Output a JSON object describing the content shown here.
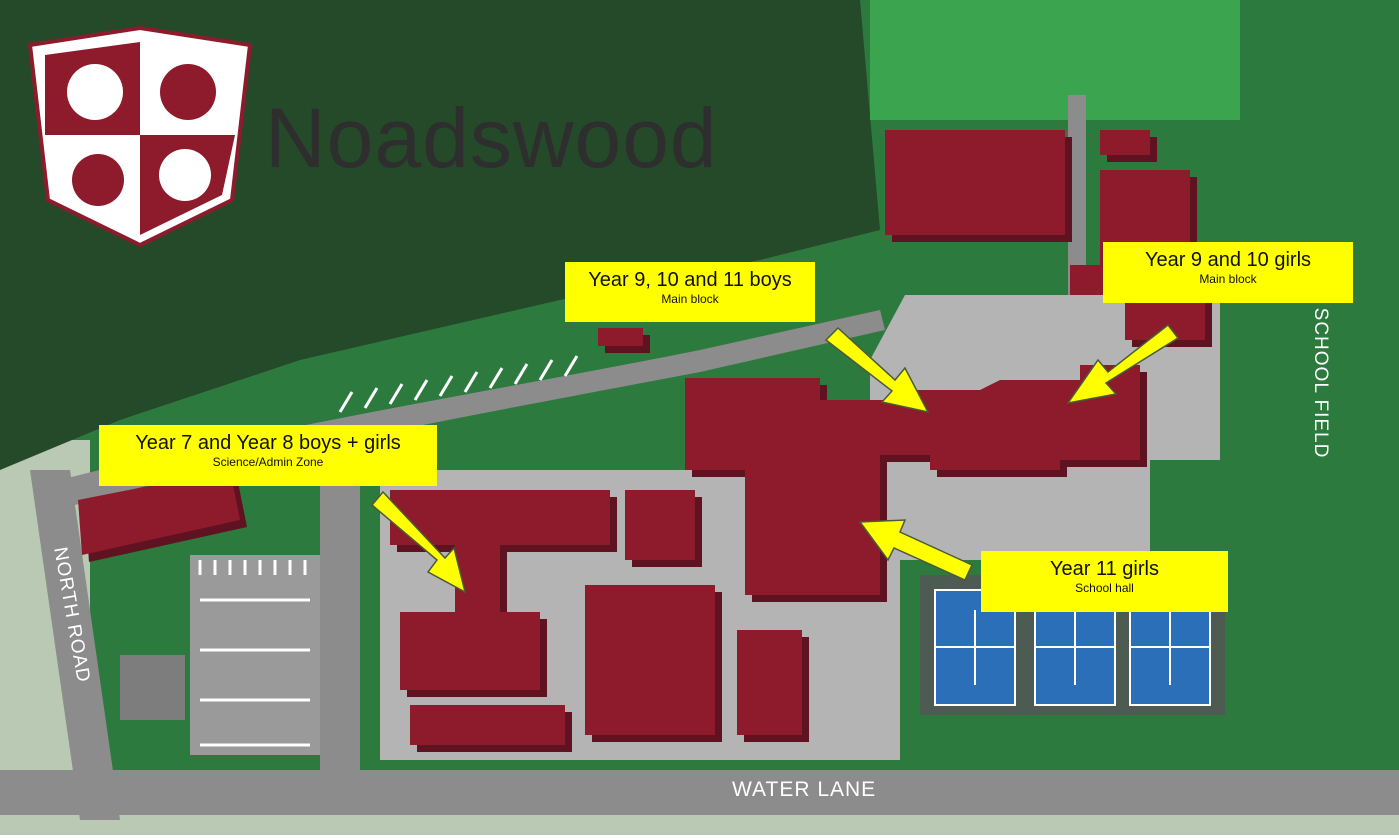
{
  "school": {
    "name": "Noadswood"
  },
  "roads": {
    "water_lane": "WATER LANE",
    "north_road": "NORTH ROAD",
    "school_field": "SCHOOL FIELD"
  },
  "labels": [
    {
      "title": "Year 9, 10 and 11 boys",
      "subtitle": "Main block"
    },
    {
      "title": "Year 9 and 10 girls",
      "subtitle": "Main block"
    },
    {
      "title": "Year 7 and Year 8 boys + girls",
      "subtitle": "Science/Admin Zone"
    },
    {
      "title": "Year 11 girls",
      "subtitle": "School hall"
    }
  ],
  "colors": {
    "building": "#8e1b2c",
    "building_shadow": "#5f1320",
    "dark_green": "#244a2a",
    "green": "#2d7a3e",
    "light_green": "#3aa54e",
    "road": "#8c8c8c",
    "pavement": "#b4b4b4",
    "court": "#2a6fb8",
    "label": "#ffff00",
    "arrow": "#ffff00"
  },
  "icons": {
    "crest": "school-crest-icon"
  }
}
